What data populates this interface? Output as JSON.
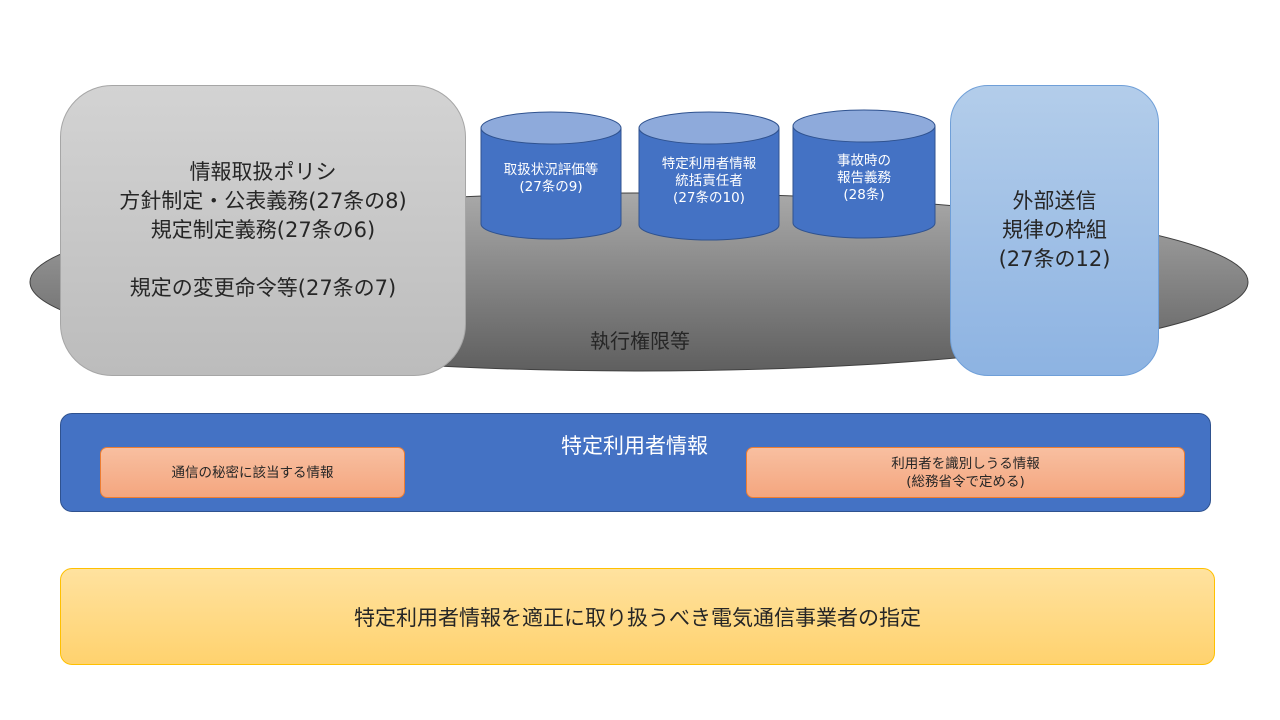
{
  "policy_box": {
    "lines": [
      "情報取扱ポリシ",
      "方針制定・公表義務(27条の8)",
      "規定制定義務(27条の6)",
      "",
      "規定の変更命令等(27条の7)"
    ]
  },
  "cylinders": [
    {
      "lines": [
        "取扱状況評価等",
        "(27条の9)"
      ]
    },
    {
      "lines": [
        "特定利用者情報",
        "統括責任者",
        "(27条の10)"
      ]
    },
    {
      "lines": [
        "事故時の",
        "報告義務",
        "(28条)"
      ]
    }
  ],
  "enforcement_label": "執行権限等",
  "external_box": {
    "lines": [
      "外部送信",
      "規律の枠組",
      "(27条の12)"
    ]
  },
  "user_info": {
    "title": "特定利用者情報",
    "items": [
      {
        "lines": [
          "通信の秘密に該当する情報"
        ]
      },
      {
        "lines": [
          "利用者を識別しうる情報",
          "(総務省令で定める)"
        ]
      }
    ]
  },
  "designation": "特定利用者情報を適正に取り扱うべき電気通信事業者の指定",
  "colors": {
    "blue": "#4472c4",
    "orange": "#f4a67f",
    "yellow": "#ffd26e",
    "gray": "#bcbcbc"
  }
}
